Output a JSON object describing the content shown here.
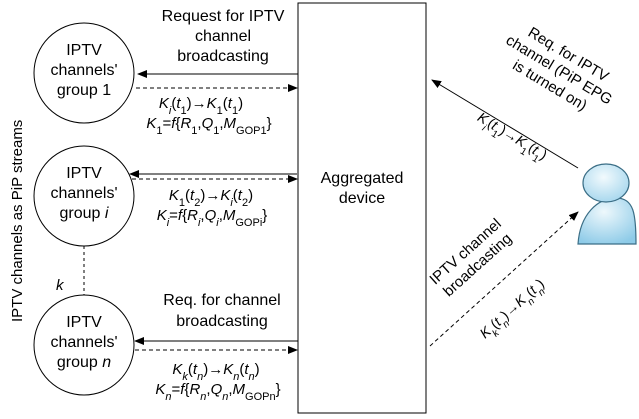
{
  "side_label": "IPTV channels as PiP streams",
  "k_label": "k",
  "groups": [
    {
      "line1": "IPTV",
      "line2": "channels'",
      "line3a": "group ",
      "line3b": "1"
    },
    {
      "line1": "IPTV",
      "line2": "channels'",
      "line3a": "group ",
      "line3b": "i"
    },
    {
      "line1": "IPTV",
      "line2": "channels'",
      "line3a": "group ",
      "line3b": "n"
    }
  ],
  "aggregated": {
    "line1": "Aggregated",
    "line2": "device"
  },
  "req_top": {
    "line1": "Request for IPTV",
    "line2": "channel",
    "line3": "broadcasting"
  },
  "req_bottom": {
    "line1": "Req. for channel",
    "line2": "broadcasting"
  },
  "user_request": {
    "line1": "Req. for IPTV",
    "line2": "channel (PiP EPG",
    "line3": "is turned on)"
  },
  "user_broadcast": {
    "line1": "IPTV channel",
    "line2": "broadcasting"
  },
  "formulas": {
    "g1_switch": {
      "a": "K",
      "as": "i",
      "ap": "(",
      "av": "t",
      "avs": "1",
      "ae": ")",
      "arrow": "→",
      "b": "K",
      "bs": "1",
      "bp": "(",
      "bv": "t",
      "bvs": "1",
      "be": ")"
    },
    "g1_def": {
      "k": "K",
      "ks": "1",
      "eq": "=",
      "f": "f",
      "open": "{",
      "r": "R",
      "rs": "1",
      "c1": ",",
      "q": "Q",
      "qs": "1",
      "c2": ",",
      "m": "M",
      "ms": "GOP1",
      "close": "}"
    },
    "gi_switch": {
      "a": "K",
      "as": "1",
      "ap": "(",
      "av": "t",
      "avs": "2",
      "ae": ")",
      "arrow": "→",
      "b": "K",
      "bs": "i",
      "bp": "(",
      "bv": "t",
      "bvs": "2",
      "be": ")"
    },
    "gi_def": {
      "k": "K",
      "ks": "i",
      "eq": "=",
      "f": "f",
      "open": "{",
      "r": "R",
      "rs": "i",
      "c1": ",",
      "q": "Q",
      "qs": "i",
      "c2": ",",
      "m": "M",
      "ms": "GOPi",
      "close": "}"
    },
    "gn_switch": {
      "a": "K",
      "as": "k",
      "ap": "(",
      "av": "t",
      "avs": "n",
      "ae": ")",
      "arrow": "→",
      "b": "K",
      "bs": "n",
      "bp": "(",
      "bv": "t",
      "bvs": "n",
      "be": ")"
    },
    "gn_def": {
      "k": "K",
      "ks": "n",
      "eq": "=",
      "f": "f",
      "open": "{",
      "r": "R",
      "rs": "n",
      "c1": ",",
      "q": "Q",
      "qs": "n",
      "c2": ",",
      "m": "M",
      "ms": "GOPn",
      "close": "}"
    },
    "user_top": {
      "a": "K",
      "as": "i",
      "ap": "(",
      "av": "t",
      "avs": "1",
      "ae": ")",
      "arrow": "→",
      "b": "K",
      "bs": "1",
      "bp": "(",
      "bv": "t",
      "bvs": "1",
      "be": ")"
    },
    "user_bottom": {
      "a": "K",
      "as": "k",
      "ap": "(",
      "av": "t",
      "avs": "n",
      "ae": ")",
      "arrow": "→",
      "b": "K",
      "bs": "n",
      "bp": "(",
      "bv": "t",
      "bvs": "n",
      "be": ")"
    }
  },
  "colors": {
    "stroke": "#000000",
    "user_fill_light": "#e4f3fb",
    "user_fill_dark": "#9fd3ec",
    "user_stroke": "#3b6e86"
  }
}
